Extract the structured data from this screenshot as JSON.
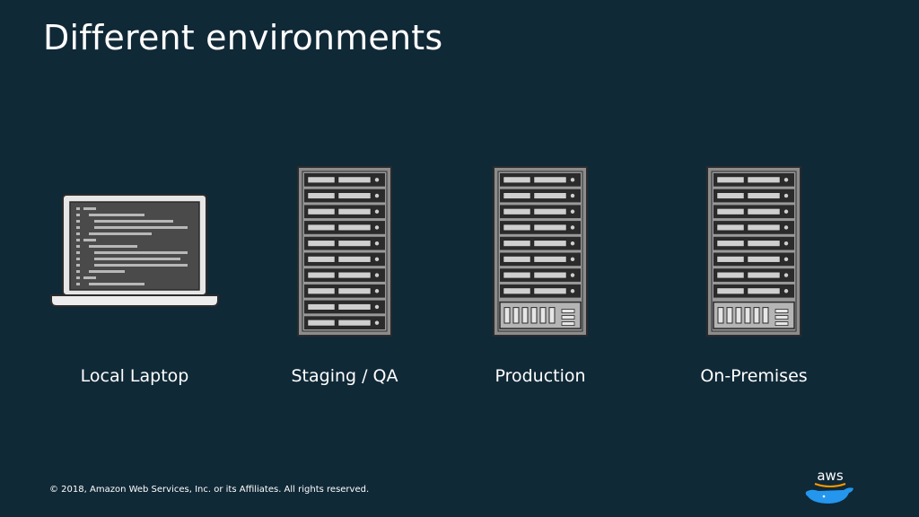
{
  "slide": {
    "title": "Different environments",
    "footer": "© 2018, Amazon Web Services, Inc. or its Affiliates. All rights reserved.",
    "logo_text": "aws"
  },
  "environments": [
    {
      "label": "Local Laptop",
      "icon": "laptop-icon"
    },
    {
      "label": "Staging / QA",
      "icon": "server-rack-icon"
    },
    {
      "label": "Production",
      "icon": "server-rack-with-drives-icon"
    },
    {
      "label": "On-Premises",
      "icon": "server-rack-with-drives-icon"
    }
  ],
  "colors": {
    "background": "#102937",
    "rack_frame": "#8c8c8c",
    "rack_dark": "#2b2b2b",
    "screen": "#4a4a4a",
    "logo_blue": "#2496ed"
  }
}
